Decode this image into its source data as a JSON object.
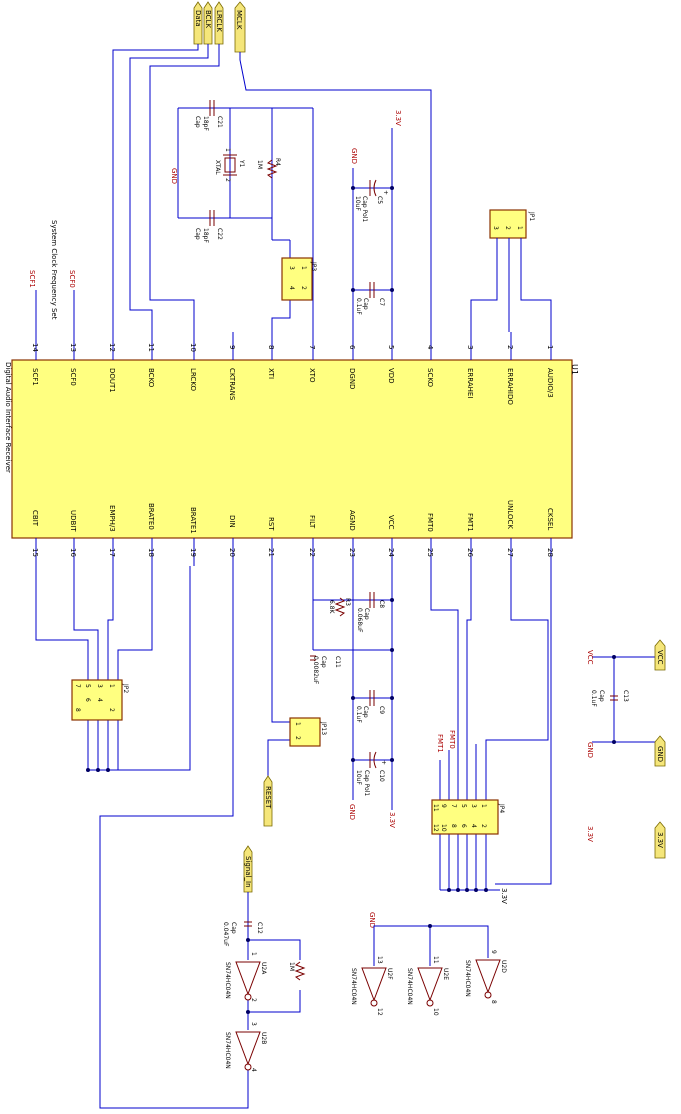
{
  "chip": {
    "ref": "U1",
    "title": "Digital Audio Interface Receiver",
    "pins_top": [
      {
        "num": "1",
        "name": "AUDIO/3"
      },
      {
        "num": "2",
        "name": "ERRAHIDO"
      },
      {
        "num": "3",
        "name": "ERRAHEI"
      },
      {
        "num": "4",
        "name": "SCKO"
      },
      {
        "num": "5",
        "name": "VDD"
      },
      {
        "num": "6",
        "name": "DGND"
      },
      {
        "num": "7",
        "name": "XTO"
      },
      {
        "num": "8",
        "name": "XTI"
      },
      {
        "num": "9",
        "name": "CKTRANS"
      },
      {
        "num": "10",
        "name": "LRCKO"
      },
      {
        "num": "11",
        "name": "BCKO"
      },
      {
        "num": "12",
        "name": "DOUT1"
      },
      {
        "num": "13",
        "name": "SCF0"
      },
      {
        "num": "14",
        "name": "SCF1"
      }
    ],
    "pins_bottom": [
      {
        "num": "28",
        "name": "CKSEL"
      },
      {
        "num": "27",
        "name": "UNLOCK"
      },
      {
        "num": "26",
        "name": "FMT1"
      },
      {
        "num": "25",
        "name": "FMT0"
      },
      {
        "num": "24",
        "name": "VCC"
      },
      {
        "num": "23",
        "name": "AGND"
      },
      {
        "num": "22",
        "name": "FILT"
      },
      {
        "num": "21",
        "name": "RST"
      },
      {
        "num": "20",
        "name": "DIN"
      },
      {
        "num": "19",
        "name": "BRATE1"
      },
      {
        "num": "18",
        "name": "BRATE0"
      },
      {
        "num": "17",
        "name": "EMPH/3"
      },
      {
        "num": "16",
        "name": "UDBIT"
      },
      {
        "num": "15",
        "name": "CBIT"
      }
    ]
  },
  "ports": {
    "data": "Data",
    "bclk": "BCLK",
    "lrclk": "LRCLK",
    "mclk": "MCLK",
    "reset": "RESET",
    "signal_in": "Signal_In",
    "vcc": "VCC",
    "gnd": "GND",
    "v33": "3.3V"
  },
  "labels": {
    "sys_clock": "System Clock Frequency Set",
    "scf1": "SCF1",
    "scf0": "SCF0",
    "gnd": "GND",
    "vcc": "VCC",
    "v33": "3.3V",
    "v33_top": "3.3V",
    "v33_c10": "3.3V",
    "v33_jp4": "3.3V",
    "fmt1": "FMT1",
    "fmt0": "FMT0"
  },
  "components": {
    "c21": {
      "ref": "C21",
      "type": "Cap",
      "value": "18pF"
    },
    "c22": {
      "ref": "C22",
      "type": "Cap",
      "value": "18pF"
    },
    "y1": {
      "ref": "Y1",
      "type": "XTAL",
      "p1": "1",
      "p2": "2"
    },
    "r4": {
      "ref": "R4",
      "value": "1M"
    },
    "c5": {
      "ref": "C5",
      "type": "Cap Pol1",
      "value": "10uF",
      "plus": "+"
    },
    "c7": {
      "ref": "C7",
      "type": "Cap",
      "value": "0.1uF"
    },
    "jp1": {
      "ref": "JP1",
      "pins": [
        "3",
        "2",
        "1"
      ]
    },
    "jp3": {
      "ref": "JP3",
      "pins": [
        "1",
        "2",
        "3",
        "4"
      ]
    },
    "jp2": {
      "ref": "JP2",
      "pins": [
        "1",
        "2",
        "3",
        "4",
        "5",
        "6",
        "7",
        "8"
      ]
    },
    "jp4": {
      "ref": "JP4",
      "pins": [
        "1",
        "2",
        "3",
        "4",
        "5",
        "6",
        "7",
        "8",
        "9",
        "10",
        "11",
        "12"
      ]
    },
    "jp13": {
      "ref": "JP13",
      "pins": [
        "1",
        "2"
      ]
    },
    "r3": {
      "ref": "R3",
      "value": "6.8K"
    },
    "c8": {
      "ref": "C8",
      "type": "Cap",
      "value": "0.068uF"
    },
    "c11": {
      "ref": "C11",
      "type": "Cap",
      "value": "0.0082uF"
    },
    "c9": {
      "ref": "C9",
      "type": "Cap",
      "value": "0.1uF"
    },
    "c10": {
      "ref": "C10",
      "type": "Cap Pol1",
      "value": "10uF",
      "plus": "+"
    },
    "c12": {
      "ref": "C12",
      "type": "Cap",
      "value": "0.047uF"
    },
    "c13": {
      "ref": "C13",
      "type": "Cap",
      "value": "0.1uF"
    },
    "r1m": {
      "value": "1M"
    },
    "u2a": {
      "ref": "U2A",
      "part": "SN74HC04N",
      "in": "1",
      "out": "2"
    },
    "u2b": {
      "ref": "U2B",
      "part": "SN74HC04N",
      "in": "3",
      "out": "4"
    },
    "u2f": {
      "ref": "U2F",
      "part": "SN74HC04N",
      "in": "13",
      "out": "12"
    },
    "u2e": {
      "ref": "U2E",
      "part": "SN74HC04N",
      "in": "11",
      "out": "10"
    },
    "u2d": {
      "ref": "U2D",
      "part": "SN74HC04N",
      "in": "9",
      "out": "8"
    }
  }
}
